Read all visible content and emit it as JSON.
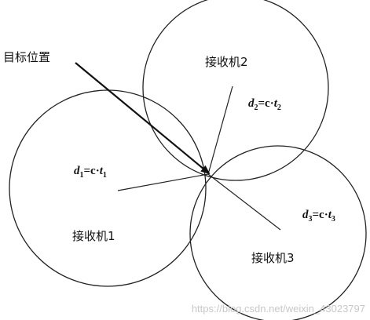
{
  "target_label": "目标位置",
  "receivers": [
    {
      "name": "接收机1",
      "formula": {
        "d": "d",
        "index": "1",
        "eq": "=c·",
        "t": "t",
        "tindex": "1"
      }
    },
    {
      "name": "接收机2",
      "formula": {
        "d": "d",
        "index": "2",
        "eq": "=c·",
        "t": "t",
        "tindex": "2"
      }
    },
    {
      "name": "接收机3",
      "formula": {
        "d": "d",
        "index": "3",
        "eq": "=c·",
        "t": "t",
        "tindex": "3"
      }
    }
  ],
  "watermark": "https://blog.csdn.net/weixin_43023797"
}
